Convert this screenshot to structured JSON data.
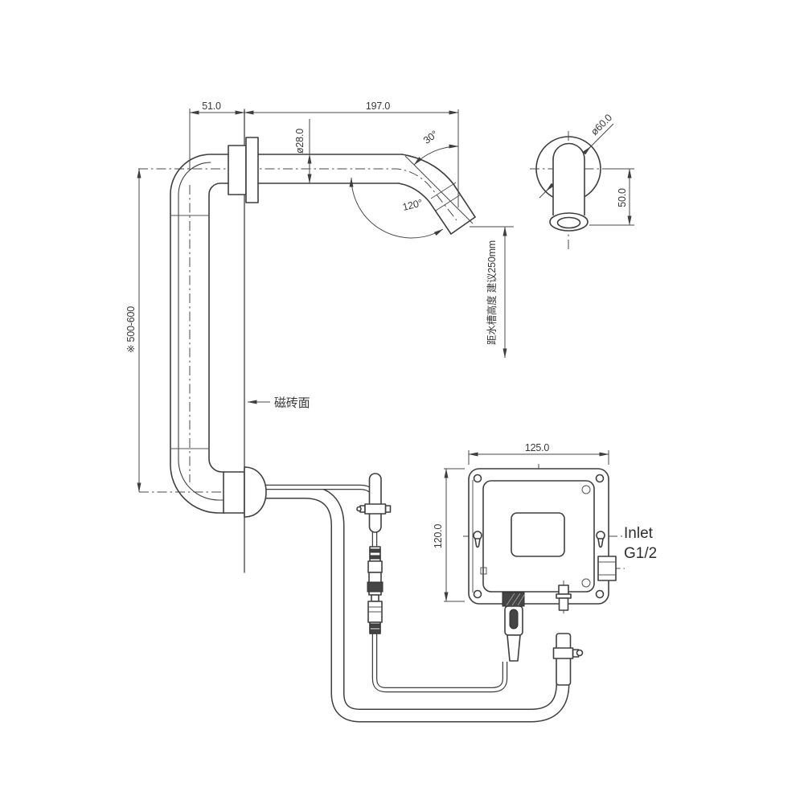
{
  "drawing": {
    "title_semantics": "sensor faucet installation diagram",
    "side_view": {
      "dim_wall_offset": "51.0",
      "dim_spout_reach": "197.0",
      "dim_pipe_diameter": "ø28.0",
      "angle_spout_tip": "30°",
      "angle_spout_bend": "120°",
      "dim_install_height": "※ 500-600",
      "wall_surface_label": "磁砖面",
      "sensor_height_note": "距水槽高度 建议250mm"
    },
    "front_view": {
      "dim_flange_diameter": "ø60.0",
      "dim_drop": "50.0"
    },
    "control_box": {
      "dim_width": "125.0",
      "dim_height": "120.0",
      "inlet_label_line1": "Inlet",
      "inlet_label_line2": "G1/2"
    },
    "colors": {
      "line": "#3f3f3f",
      "text": "#383838",
      "background": "#ffffff"
    }
  }
}
